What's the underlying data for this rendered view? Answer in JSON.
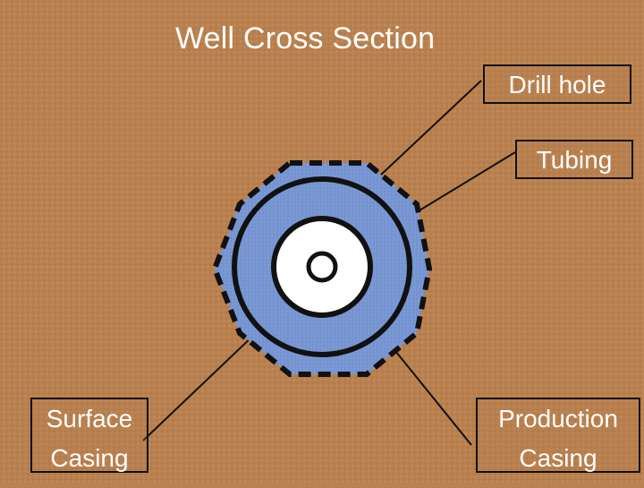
{
  "title": "Well Cross Section",
  "labels": {
    "drill_hole": "Drill hole",
    "tubing": "Tubing",
    "surface_casing": [
      "Surface",
      "Casing"
    ],
    "production_casing": [
      "Production",
      "Casing"
    ]
  },
  "colors": {
    "background": "#b9814f",
    "annulus_fill": "#7c9ad6",
    "bore_fill": "#ffffff",
    "line": "#111111",
    "text": "#ffffff"
  }
}
